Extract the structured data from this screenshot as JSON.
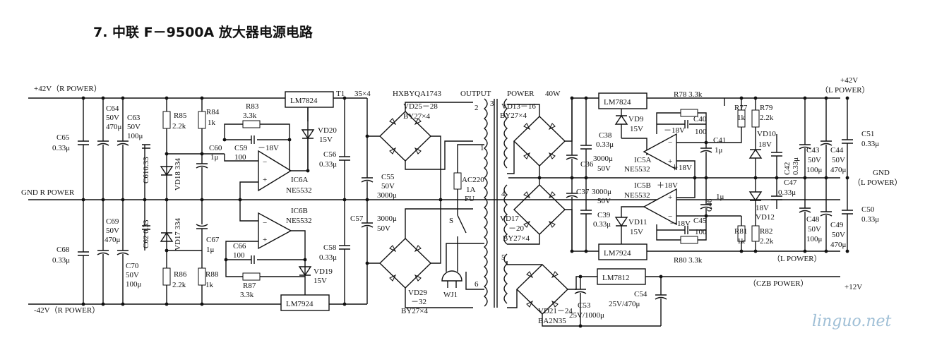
{
  "title": "7. 中联 F－9500A 放大器电源电路",
  "watermark": "linguo.net",
  "colors": {
    "ink": "#111111",
    "watermark": "#9fbfd6",
    "paper": "#ffffff"
  },
  "rails": {
    "r_pos": "+42V（R POWER）",
    "r_gnd": "GND R POWER",
    "r_neg": "-42V（R POWER）",
    "l_pos_v": "+42V",
    "l_pos": "（L POWER）",
    "l_gnd": "GND",
    "l_gnd2": "（L POWER）",
    "l_neg": "（L POWER）",
    "czb": "（CZB POWER）",
    "p12": "+12V"
  },
  "transformer": {
    "t1": "T1",
    "spec": "35×4",
    "model": "HXBYQA1743",
    "output": "OUTPUT",
    "power": "POWER",
    "watts": "40W",
    "pins": [
      "1",
      "2",
      "3",
      "4",
      "5",
      "6"
    ]
  },
  "mains": {
    "fuse": "AC220",
    "fuse_rating": "1A",
    "fuse_ref": "FU",
    "switch": "S",
    "plug": "WJ1"
  },
  "regulators": {
    "u1": "LM7824",
    "u2": "LM7924",
    "u3": "LM7824",
    "u4": "LM7924",
    "u5": "LM7812"
  },
  "opamps": {
    "ic6a": "IC6A",
    "ic6a_t": "NE5532",
    "ic6b": "IC6B",
    "ic6b_t": "NE5532",
    "ic5a": "IC5A",
    "ic5a_t": "NE5532",
    "ic5b": "IC5B",
    "ic5b_t": "NE5532"
  },
  "bridges": {
    "b1": "VD25－28",
    "b1t": "BY27×4",
    "b2": "VD29",
    "b2b": "－32",
    "b2t": "BY27×4",
    "b3": "VD13－16",
    "b3t": "BY27×4",
    "b4": "VD17",
    "b4b": "－20",
    "b4t": "BY27×4",
    "b5": "VD21－24",
    "b5t": "BA2N35"
  },
  "labels": {
    "c65": "C65",
    "c65v": "0.33μ",
    "c64": "C64",
    "c64v1": "50V",
    "c64v2": "470μ",
    "c63": "C63",
    "c63v1": "50V",
    "c63v2": "100μ",
    "r85": "R85",
    "r85v": "2.2k",
    "r84": "R84",
    "r84v": "1k",
    "r83": "R83",
    "r83v": "3.3k",
    "c60": "C60",
    "c60v": "1μ",
    "c59": "C59",
    "c59v": "100",
    "m18a": "－18V",
    "vd20": "VD20",
    "vd20v": "15V",
    "c56": "C56",
    "c56v": "0.33μ",
    "c610": "C610.33",
    "vd18": "VD18 334",
    "c55": "C55",
    "c55v1": "50V",
    "c55v2": "3000μ",
    "c62": "C62 0.33",
    "vd17z": "VD17 334",
    "c57": "C57",
    "c57v1": "3000μ",
    "c57v2": "50V",
    "c69": "C69",
    "c69v1": "50V",
    "c69v2": "470μ",
    "c68": "C68",
    "c68v": "0.33μ",
    "c70": "C70",
    "c70v1": "50V",
    "c70v2": "100μ",
    "c67": "C67",
    "c67v": "1μ",
    "c66": "C66",
    "c66v": "100",
    "r87": "R87",
    "r87v": "3.3k",
    "r86": "R86",
    "r86v": "2.2k",
    "r88": "R88",
    "r88v": "1k",
    "vd19": "VD19",
    "vd19v": "15V",
    "c58": "C58",
    "c58v": "0.33μ",
    "c38": "C38",
    "c38v": "0.33μ",
    "c36": "C36",
    "c36v1": "3000μ",
    "c36v2": "50V",
    "vd9": "VD9",
    "vd9v": "15V",
    "c40": "C40",
    "c40v": "100",
    "p18a": "－18V",
    "c41": "C41",
    "c41v": "1μ",
    "p18b": "＋18V",
    "r78": "R78 3.3k",
    "r77": "R77",
    "r77v": "1k",
    "r79": "R79",
    "r79v": "2.2k",
    "vd10": "VD10",
    "vd10v": "18V",
    "c42": "C42",
    "c42v": "0.33μ",
    "c43": "C43",
    "c43v1": "50V",
    "c43v2": "100μ",
    "c44": "C44",
    "c44v1": "50V",
    "c44v2": "470μ",
    "c51": "C51",
    "c51v": "0.33μ",
    "c37": "C37",
    "c37v1": "3000μ",
    "c37v2": "50V",
    "c39": "C39",
    "c39v": "0.33μ",
    "p18c": "＋18V",
    "c46": "C46",
    "c46v": "1μ",
    "vd11": "VD11",
    "vd11v": "15V",
    "c45": "C45",
    "c45v": "100",
    "m18b": "－18V",
    "r81": "R81",
    "r81v": "1k",
    "r82": "R82",
    "r82v": "2.2k",
    "r80": "R80 3.3k",
    "c47": "C47",
    "c47v": "0.33μ",
    "vd12": "VD12",
    "vd12v": "18V",
    "c48": "C48",
    "c48v1": "50V",
    "c48v2": "100μ",
    "c49": "C49",
    "c49v1": "50V",
    "c49v2": "470μ",
    "c50": "C50",
    "c50v": "0.33μ",
    "c53": "C53",
    "c53v": "25V/1000μ",
    "c54": "C54",
    "c54v": "25V/470μ"
  }
}
